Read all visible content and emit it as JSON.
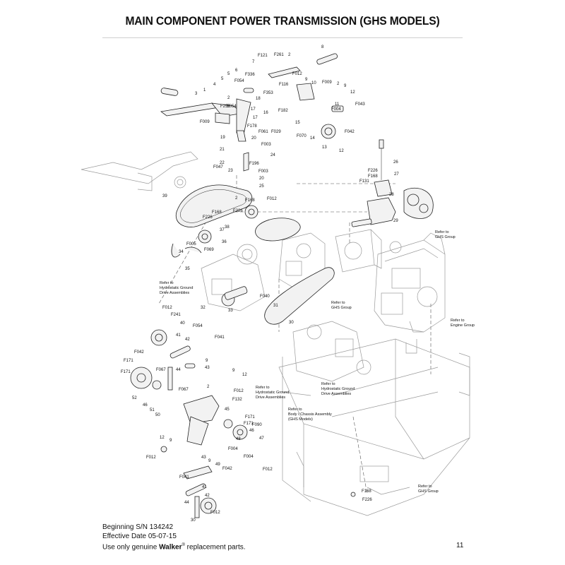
{
  "header": {
    "title": "MAIN COMPONENT POWER TRANSMISSION (GHS MODELS)"
  },
  "footer": {
    "serial": "Beginning S/N 134242",
    "effective": "Effective Date 05-07-15",
    "replacement_prefix": "Use only genuine ",
    "replacement_brand": "Walker",
    "replacement_reg": "®",
    "replacement_suffix": " replacement parts.",
    "page_number": "11"
  },
  "notes": {
    "ghs_group_1": [
      "Refer to",
      "GHS Group"
    ],
    "ghs_group_2": [
      "Refer to",
      "GHS Group"
    ],
    "ghs_group_3": [
      "Refer to",
      "GHS Group"
    ],
    "engine_group": [
      "Refer to",
      "Engine Group"
    ],
    "hydro_1": [
      "Refer to",
      "Hydrostatic Ground",
      "Drive Assemblies"
    ],
    "hydro_2": [
      "Refer to",
      "Hydrostatic Ground",
      "Drive Assemblies"
    ],
    "hydro_3": [
      "Refer to",
      "Hydrostatic Ground",
      "Drive Assemblies"
    ],
    "body_chassis": [
      "Refer to",
      "Body / Chassis Assembly",
      "(GHS Models)"
    ]
  },
  "callouts": [
    {
      "t": "8"
    },
    {
      "t": "F121"
    },
    {
      "t": "F261"
    },
    {
      "t": "2"
    },
    {
      "t": "7"
    },
    {
      "t": "6"
    },
    {
      "t": "5"
    },
    {
      "t": "F336"
    },
    {
      "t": "F054"
    },
    {
      "t": "F012"
    },
    {
      "t": "3"
    },
    {
      "t": "1"
    },
    {
      "t": "4"
    },
    {
      "t": "5"
    },
    {
      "t": "2"
    },
    {
      "t": "F054"
    },
    {
      "t": "F116"
    },
    {
      "t": "F353"
    },
    {
      "t": "18"
    },
    {
      "t": "17"
    },
    {
      "t": "F255"
    },
    {
      "t": "2"
    },
    {
      "t": "17"
    },
    {
      "t": "16"
    },
    {
      "t": "F009"
    },
    {
      "t": "F178"
    },
    {
      "t": "F061"
    },
    {
      "t": "F029"
    },
    {
      "t": "19"
    },
    {
      "t": "20"
    },
    {
      "t": "F003"
    },
    {
      "t": "9"
    },
    {
      "t": "10"
    },
    {
      "t": "F009"
    },
    {
      "t": "2"
    },
    {
      "t": "9"
    },
    {
      "t": "12"
    },
    {
      "t": "11"
    },
    {
      "t": "F004"
    },
    {
      "t": "F182"
    },
    {
      "t": "F043"
    },
    {
      "t": "15"
    },
    {
      "t": "F070"
    },
    {
      "t": "14"
    },
    {
      "t": "13"
    },
    {
      "t": "F042"
    },
    {
      "t": "12"
    },
    {
      "t": "21"
    },
    {
      "t": "24"
    },
    {
      "t": "F047"
    },
    {
      "t": "22"
    },
    {
      "t": "23"
    },
    {
      "t": "F196"
    },
    {
      "t": "F003"
    },
    {
      "t": "20"
    },
    {
      "t": "25"
    },
    {
      "t": "F012"
    },
    {
      "t": "F168"
    },
    {
      "t": "2"
    },
    {
      "t": "39"
    },
    {
      "t": "F226"
    },
    {
      "t": "F168"
    },
    {
      "t": "F226"
    },
    {
      "t": "38"
    },
    {
      "t": "37"
    },
    {
      "t": "36"
    },
    {
      "t": "F005"
    },
    {
      "t": "F069"
    },
    {
      "t": "34"
    },
    {
      "t": "35"
    },
    {
      "t": "26"
    },
    {
      "t": "F226"
    },
    {
      "t": "F168"
    },
    {
      "t": "27"
    },
    {
      "t": "F131"
    },
    {
      "t": "28"
    },
    {
      "t": "29"
    },
    {
      "t": "F040"
    },
    {
      "t": "31"
    },
    {
      "t": "32"
    },
    {
      "t": "33"
    },
    {
      "t": "30"
    },
    {
      "t": "F012"
    },
    {
      "t": "F241"
    },
    {
      "t": "40"
    },
    {
      "t": "F054"
    },
    {
      "t": "41"
    },
    {
      "t": "42"
    },
    {
      "t": "F041"
    },
    {
      "t": "F042"
    },
    {
      "t": "9"
    },
    {
      "t": "F171"
    },
    {
      "t": "43"
    },
    {
      "t": "F171"
    },
    {
      "t": "F067"
    },
    {
      "t": "44"
    },
    {
      "t": "52"
    },
    {
      "t": "46"
    },
    {
      "t": "F067"
    },
    {
      "t": "9"
    },
    {
      "t": "12"
    },
    {
      "t": "2"
    },
    {
      "t": "F012"
    },
    {
      "t": "51"
    },
    {
      "t": "50"
    },
    {
      "t": "F132"
    },
    {
      "t": "45"
    },
    {
      "t": "F171"
    },
    {
      "t": "F171"
    },
    {
      "t": "F090"
    },
    {
      "t": "46"
    },
    {
      "t": "48"
    },
    {
      "t": "F004"
    },
    {
      "t": "47"
    },
    {
      "t": "F004"
    },
    {
      "t": "F012"
    },
    {
      "t": "12"
    },
    {
      "t": "9"
    },
    {
      "t": "F012"
    },
    {
      "t": "43"
    },
    {
      "t": "9"
    },
    {
      "t": "49"
    },
    {
      "t": "F042"
    },
    {
      "t": "F041"
    },
    {
      "t": "41"
    },
    {
      "t": "42"
    },
    {
      "t": "44"
    },
    {
      "t": "30"
    },
    {
      "t": "F012"
    },
    {
      "t": "F168"
    },
    {
      "t": "F226"
    }
  ]
}
